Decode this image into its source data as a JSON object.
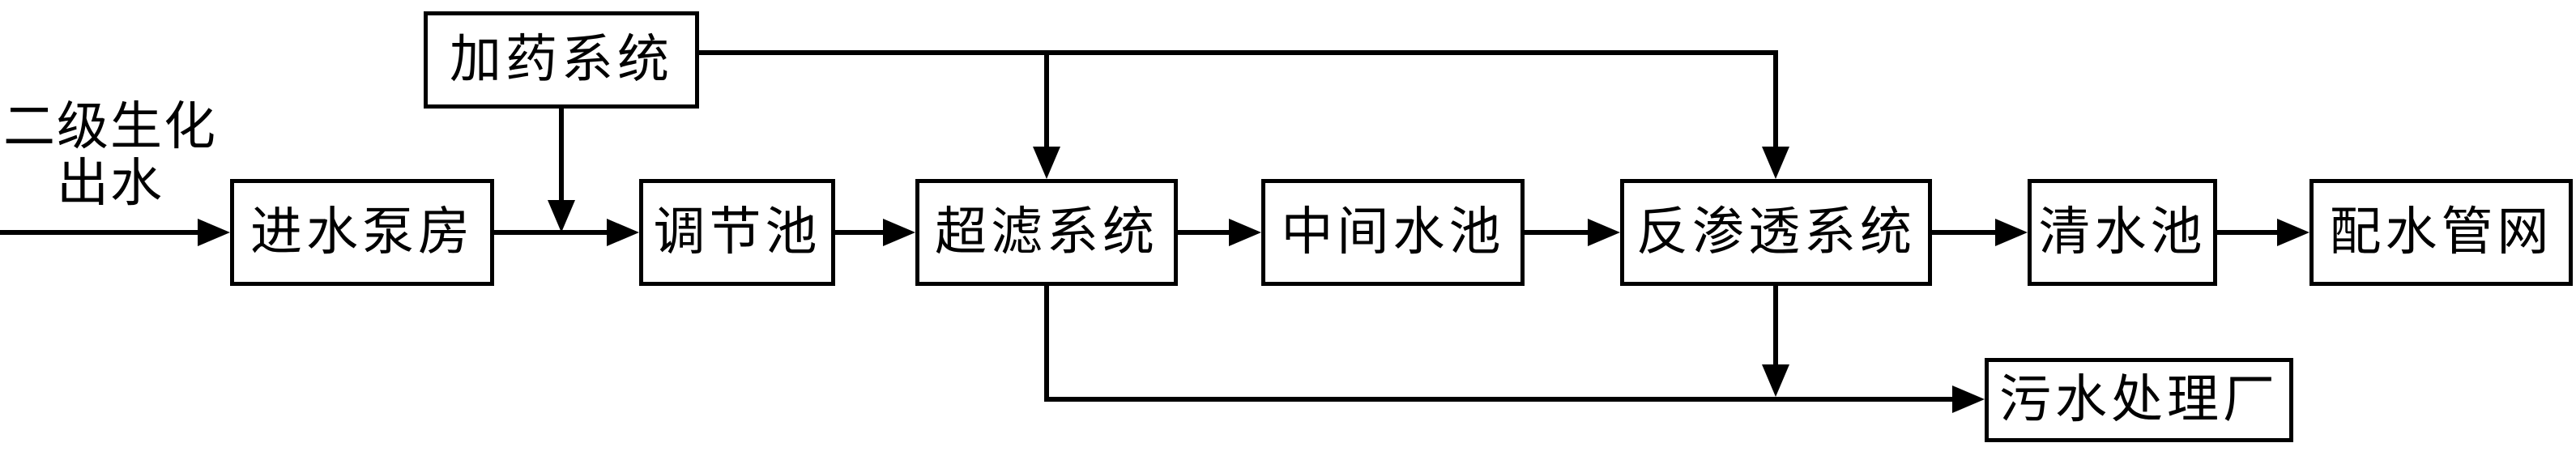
{
  "diagram": {
    "source_label": {
      "line1": "二级生化",
      "line2": "出水"
    },
    "nodes": {
      "dosing_system": {
        "label": "加药系统"
      },
      "intake_pump_house": {
        "label": "进水泵房"
      },
      "regulating_tank": {
        "label": "调节池"
      },
      "ultrafiltration_system": {
        "label": "超滤系统"
      },
      "intermediate_tank": {
        "label": "中间水池"
      },
      "reverse_osmosis_system": {
        "label": "反渗透系统"
      },
      "clear_water_tank": {
        "label": "清水池"
      },
      "water_distribution_network": {
        "label": "配水管网"
      },
      "sewage_treatment_plant": {
        "label": "污水处理厂"
      }
    },
    "colors": {
      "line": "#000000",
      "text": "#000000",
      "box_background": "#ffffff",
      "page_background": "#ffffff"
    }
  }
}
